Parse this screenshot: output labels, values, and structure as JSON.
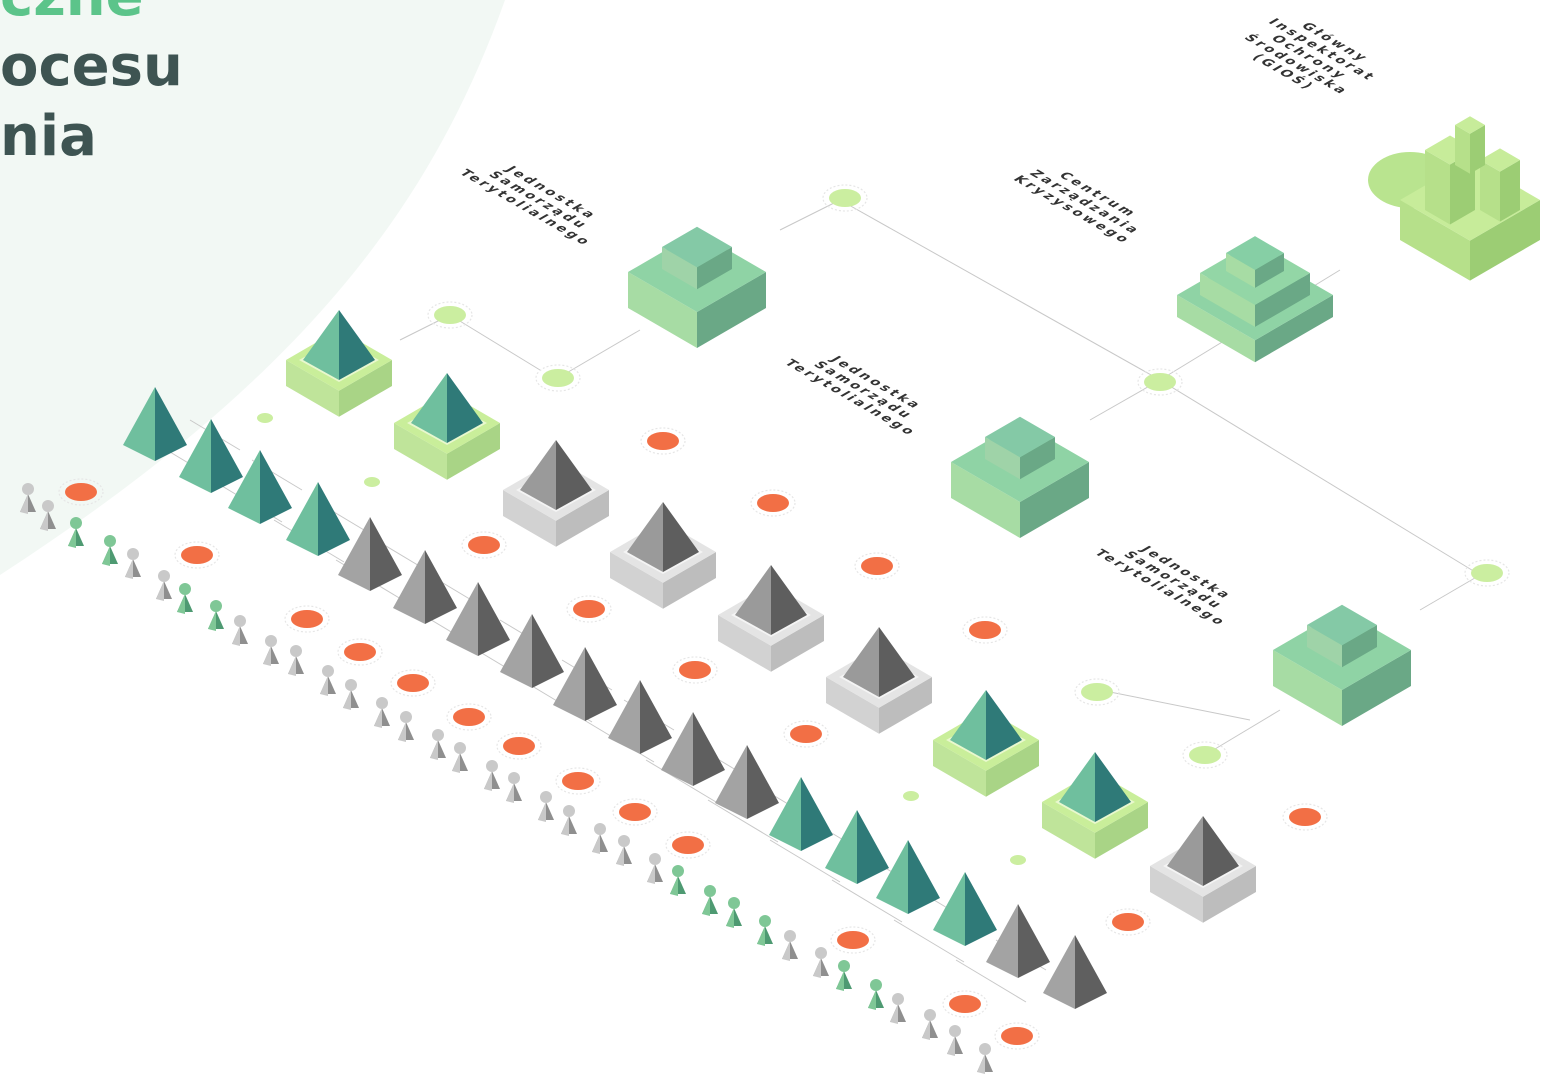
{
  "headline": {
    "line1": "czne",
    "line2": "ocesu",
    "line3": "nia"
  },
  "institutions": {
    "gios": [
      "Główny",
      "Inspektorat",
      "Ochrony",
      "Środowiska",
      "(GIOŚ)"
    ],
    "crisis_center": [
      "Centrum",
      "Zarządzania",
      "Kryzysowego"
    ],
    "jst_1": [
      "Jednostka",
      "Samorządu",
      "Terytolialnego"
    ],
    "jst_2": [
      "Jednostka",
      "Samorządu",
      "Terytolialnego"
    ],
    "jst_3": [
      "Jednostka",
      "Samorządu",
      "Terytolialnego"
    ]
  },
  "colors": {
    "headline_accent": "#5cc48a",
    "headline_text": "#3e5452",
    "backdrop": "#f2f8f4",
    "green_top": "#8fd3a5",
    "green_left": "#a7dca4",
    "green_right": "#6aa886",
    "teal_dark": "#2f7a78",
    "teal_light": "#6fbf9e",
    "lime": "#c9ee9a",
    "gray_light": "#d6d6d6",
    "gray_mid": "#b0b0b0",
    "gray_dark": "#6e6e6e",
    "orange": "#f26f45",
    "connector": "#c8c8c8"
  }
}
